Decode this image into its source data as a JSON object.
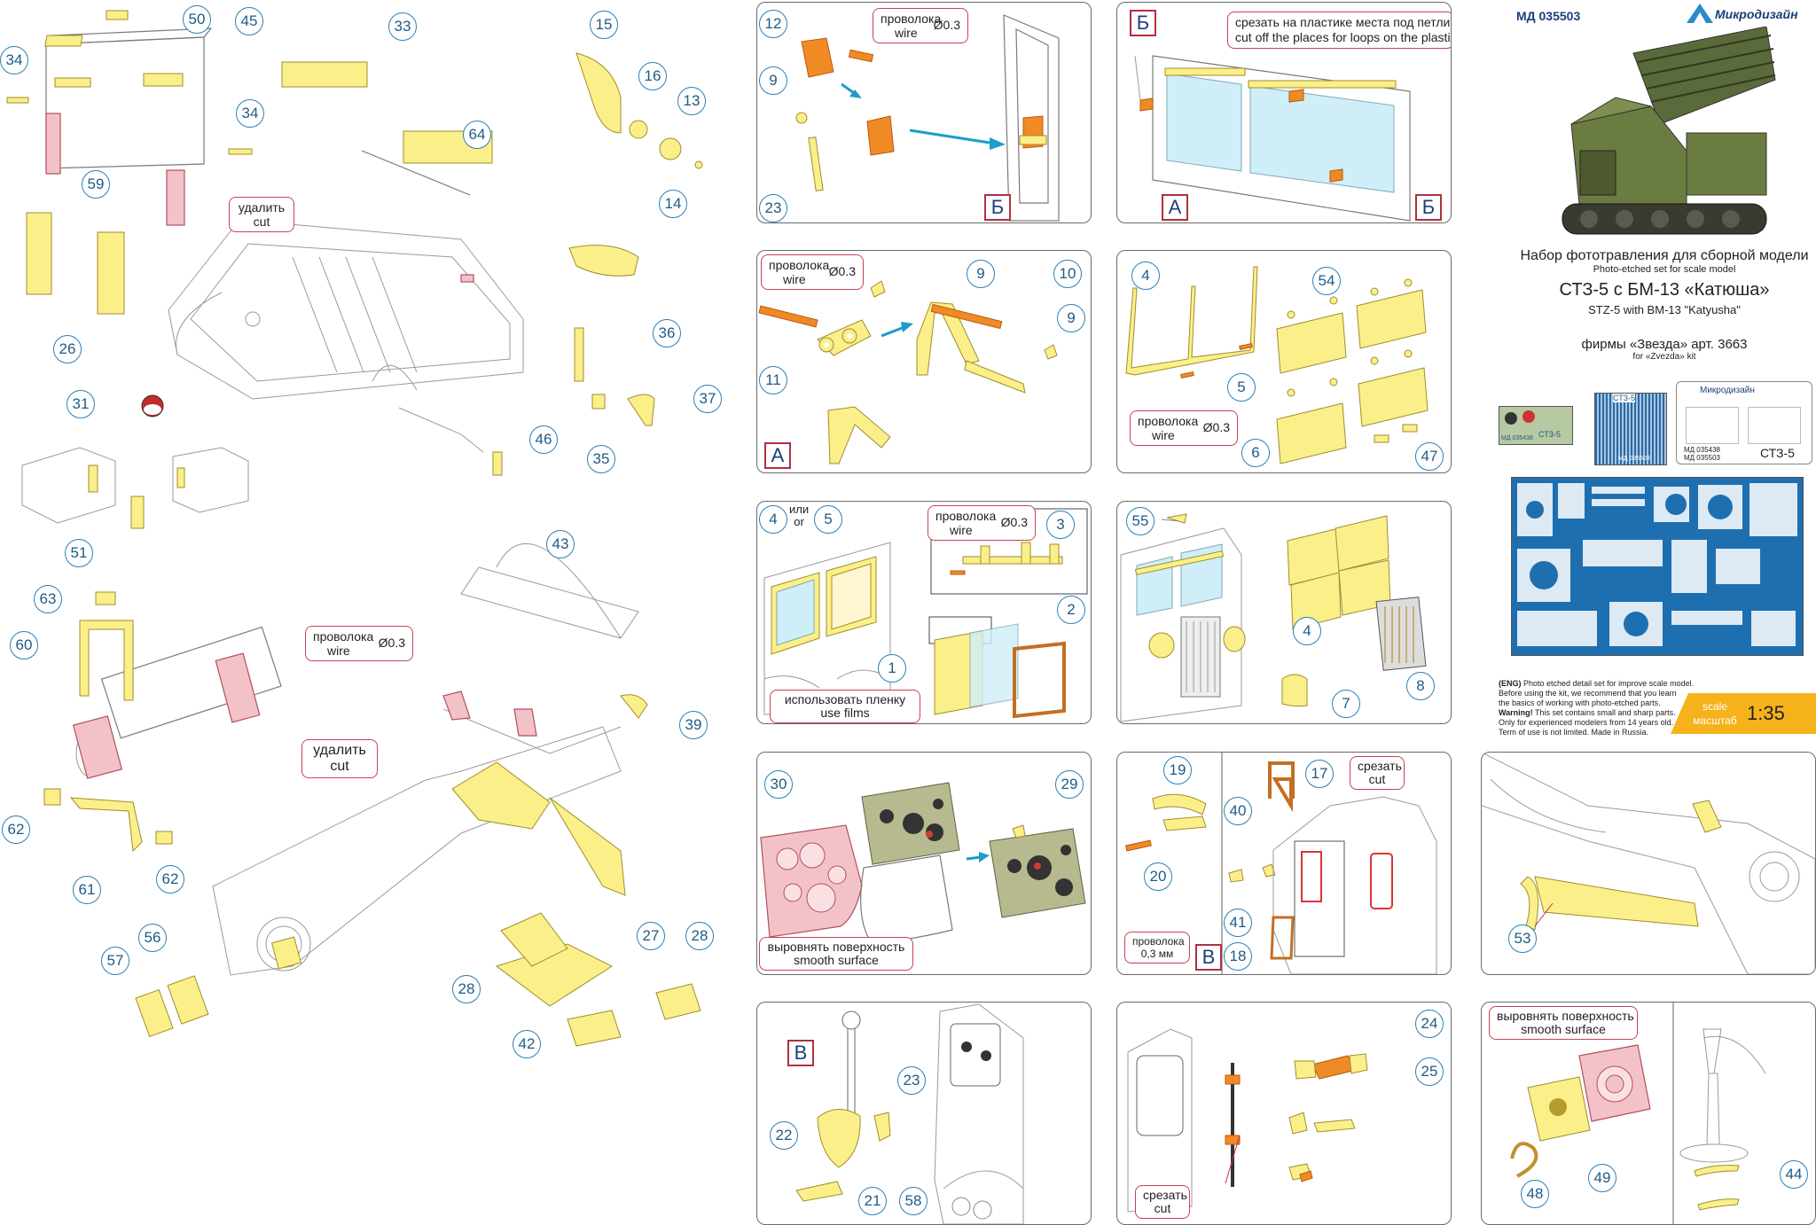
{
  "header": {
    "code": "МД 035503",
    "brand": "Микродизайн",
    "title_ru": "Набор фототравления для сборной модели",
    "title_en": "Photo-etched set for scale model",
    "model_ru": "СТЗ-5 с БМ-13 «Катюша»",
    "model_en": "STZ-5 with BM-13 \"Katyusha\"",
    "kit_ru": "фирмы «Звезда» арт. 3663",
    "kit_en": "for «Zvezda» kit"
  },
  "sets": {
    "left_code": "МД 035438",
    "sheet_name": "СТЗ-5",
    "mid_code": "МД 035503",
    "pack_brand": "Микродизайн",
    "pack_code1": "МД 035438",
    "pack_code2": "МД 035503",
    "pack_name": "СТЗ-5"
  },
  "info": {
    "line1_bold": "(ENG)",
    "line1": " Photo etched detail set for improve scale model.",
    "line2": "Before using the kit, we recommend that you learn",
    "line3": "the basics of working with photo-etched parts.",
    "line4_bold": "Warning!",
    "line4": " This set contains small and sharp parts.",
    "line5": "Only for experienced modelers from 14 years old.",
    "line6": "Term of use is not limited. Made in Russia."
  },
  "scale": {
    "label_en": "scale",
    "label_ru": "масштаб",
    "value": "1:35"
  },
  "notes": {
    "wire_ru": "проволока",
    "wire_en": "wire",
    "wire_d": "Ø0.3",
    "cut_ru": "удалить",
    "cut_en": "cut",
    "loops_ru": "срезать на пластике места под петли",
    "loops_en": "cut off the places for loops on the plastic",
    "films_ru": "использовать пленку",
    "films_en": "use films",
    "smooth_ru": "выровнять поверхность",
    "smooth_en": "smooth surface",
    "cut2_ru": "срезать",
    "cut2_en": "cut",
    "wire_mm_ru": "проволока",
    "wire_mm": "0,3 мм",
    "or_ru": "или",
    "or_en": "or"
  },
  "letters": {
    "a": "А",
    "b": "Б",
    "v": "В"
  },
  "callouts": {
    "c50": "50",
    "c45": "45",
    "c33": "33",
    "c34a": "34",
    "c34b": "34",
    "c59": "59",
    "c26": "26",
    "c64": "64",
    "c15": "15",
    "c16": "16",
    "c13": "13",
    "c14": "14",
    "c36": "36",
    "c37": "37",
    "c35": "35",
    "c31": "31",
    "c46": "46",
    "c51": "51",
    "c63": "63",
    "c60": "60",
    "c43": "43",
    "c39": "39",
    "c62a": "62",
    "c62b": "62",
    "c61": "61",
    "c56": "56",
    "c57": "57",
    "c27": "27",
    "c28a": "28",
    "c28b": "28",
    "c42": "42",
    "p1_12": "12",
    "p1_9": "9",
    "p1_23": "23",
    "p3_9a": "9",
    "p3_10": "10",
    "p3_9b": "9",
    "p3_11": "11",
    "p5_4": "4",
    "p5_5": "5",
    "p5_3": "3",
    "p5_2": "2",
    "p5_1": "1",
    "p7_30": "30",
    "p7_29": "29",
    "p2_4": "4",
    "p2_54": "54",
    "p2_5": "5",
    "p2_6": "6",
    "p2_47": "47",
    "p4_55": "55",
    "p4_4": "4",
    "p4_8": "8",
    "p4_7": "7",
    "p6_19": "19",
    "p6_40": "40",
    "p6_20": "20",
    "p6_41": "41",
    "p6_18": "18",
    "p6_17": "17",
    "p8_22": "22",
    "p8_23": "23",
    "p8_21": "21",
    "p8_58": "58",
    "p9_24": "24",
    "p9_25": "25",
    "p10_53": "53",
    "p11_49": "49",
    "p11_48": "48",
    "p11_44": "44"
  }
}
